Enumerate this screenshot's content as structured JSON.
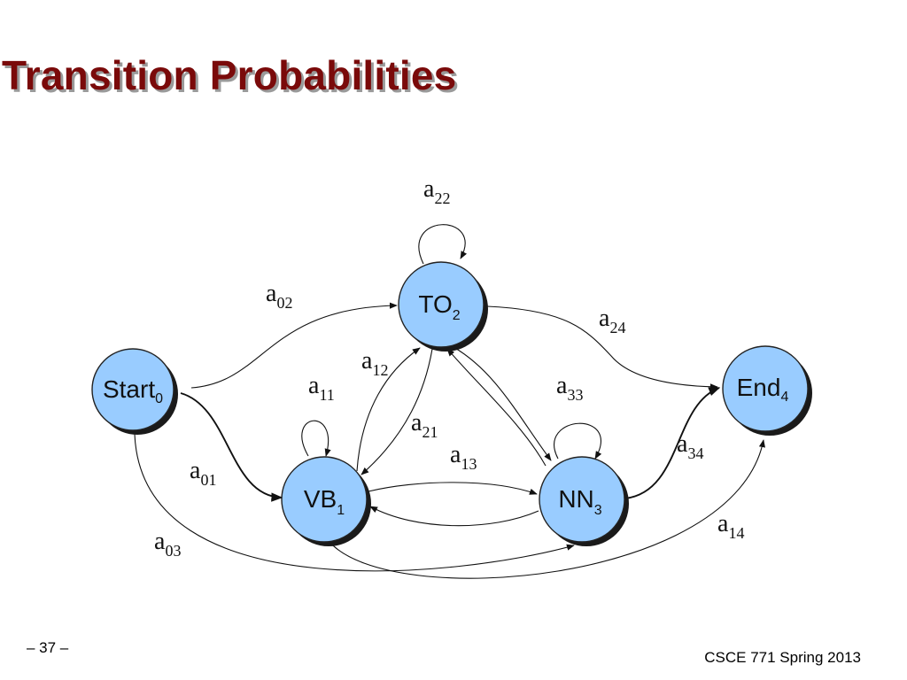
{
  "slide": {
    "title": "Transition Probabilities",
    "page_number": "– 37 –",
    "course": "CSCE 771 Spring 2013"
  },
  "colors": {
    "title": "#7a0a0a",
    "title_shadow": "#9a9a9a",
    "node_fill": "#99ccff",
    "node_shadow": "#1a1a1a"
  },
  "diagram": {
    "nodes": [
      {
        "id": "start",
        "label": "Start",
        "sub": "0"
      },
      {
        "id": "vb",
        "label": "VB",
        "sub": "1"
      },
      {
        "id": "to",
        "label": "TO",
        "sub": "2"
      },
      {
        "id": "nn",
        "label": "NN",
        "sub": "3"
      },
      {
        "id": "end",
        "label": "End",
        "sub": "4"
      }
    ],
    "edges": [
      {
        "id": "a01",
        "label": "a",
        "sub": "01",
        "from": "start",
        "to": "vb"
      },
      {
        "id": "a02",
        "label": "a",
        "sub": "02",
        "from": "start",
        "to": "to"
      },
      {
        "id": "a03",
        "label": "a",
        "sub": "03",
        "from": "start",
        "to": "nn"
      },
      {
        "id": "a11",
        "label": "a",
        "sub": "11",
        "from": "vb",
        "to": "vb"
      },
      {
        "id": "a12",
        "label": "a",
        "sub": "12",
        "from": "vb",
        "to": "to"
      },
      {
        "id": "a13",
        "label": "a",
        "sub": "13",
        "from": "vb",
        "to": "nn"
      },
      {
        "id": "a14",
        "label": "a",
        "sub": "14",
        "from": "vb",
        "to": "end"
      },
      {
        "id": "a21",
        "label": "a",
        "sub": "21",
        "from": "to",
        "to": "vb"
      },
      {
        "id": "a22",
        "label": "a",
        "sub": "22",
        "from": "to",
        "to": "to"
      },
      {
        "id": "a23",
        "label": "",
        "sub": "",
        "from": "to",
        "to": "nn"
      },
      {
        "id": "a24",
        "label": "a",
        "sub": "24",
        "from": "to",
        "to": "end"
      },
      {
        "id": "a31",
        "label": "",
        "sub": "",
        "from": "nn",
        "to": "vb"
      },
      {
        "id": "a32",
        "label": "",
        "sub": "",
        "from": "nn",
        "to": "to"
      },
      {
        "id": "a33",
        "label": "a",
        "sub": "33",
        "from": "nn",
        "to": "nn"
      },
      {
        "id": "a34",
        "label": "a",
        "sub": "34",
        "from": "nn",
        "to": "end"
      }
    ]
  }
}
